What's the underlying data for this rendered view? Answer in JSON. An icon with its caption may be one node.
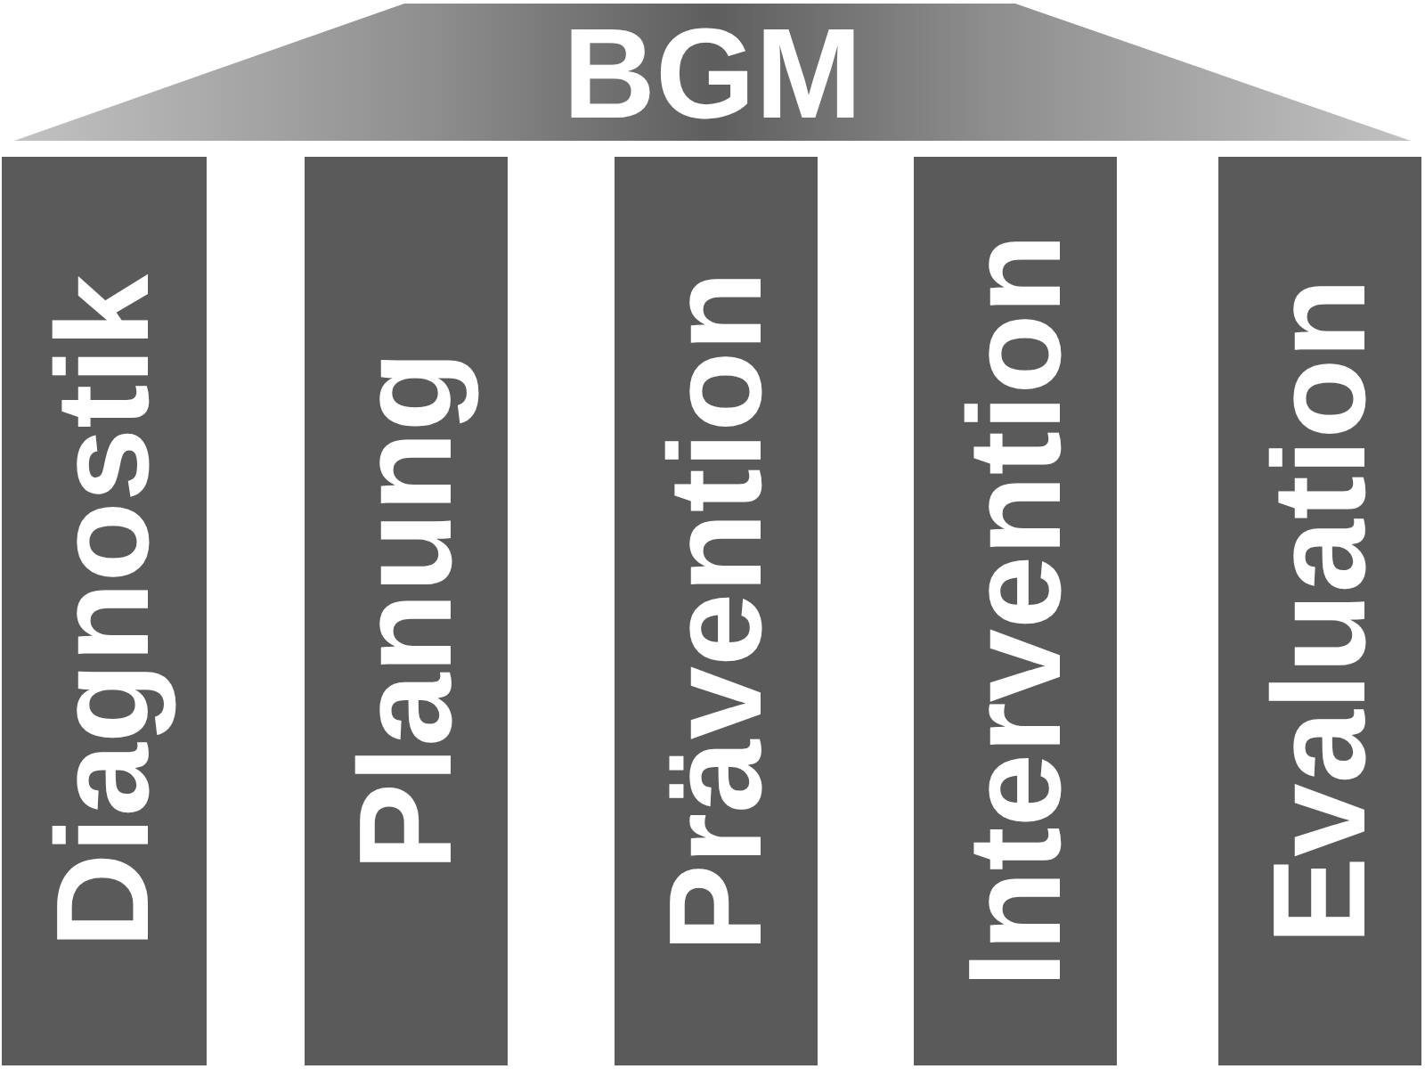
{
  "diagram": {
    "nodes": [
      {
        "text": [
          "BGM"
        ]
      },
      {
        "text": [
          "Diagnostik"
        ]
      },
      {
        "text": [
          "Planung"
        ]
      },
      {
        "text": [
          "Prävention"
        ]
      },
      {
        "text": [
          "Intervention"
        ]
      },
      {
        "text": [
          "Evaluation"
        ]
      }
    ]
  }
}
